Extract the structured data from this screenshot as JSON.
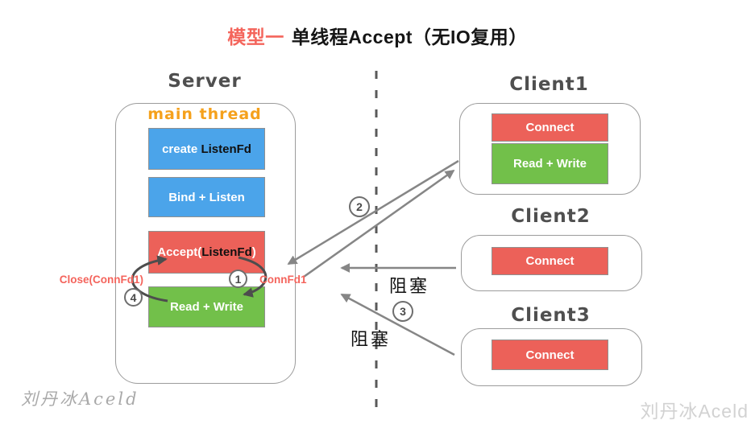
{
  "title": {
    "highlight": "模型一",
    "rest": "单线程Accept（无IO复用）"
  },
  "colors": {
    "title_highlight": "#f4655c",
    "box_red": "#ec6159",
    "box_green": "#72c04a",
    "box_blue": "#4ba4ea",
    "thread_orange": "#f5a11c",
    "arrow_gray": "#868686",
    "heading_gray": "#4f4f4f"
  },
  "server": {
    "heading": "Server",
    "thread_label": "main thread",
    "steps": {
      "create": {
        "prefix": "create ",
        "emph": "ListenFd",
        "suffix": ""
      },
      "bind": "Bind + Listen",
      "accept": {
        "prefix": "Accept(",
        "emph": "ListenFd",
        "suffix": ")"
      },
      "readwrite": "Read + Write"
    }
  },
  "clients": [
    {
      "heading": "Client1",
      "connect_label": "Connect",
      "readwrite_label": "Read + Write"
    },
    {
      "heading": "Client2",
      "connect_label": "Connect"
    },
    {
      "heading": "Client3",
      "connect_label": "Connect"
    }
  ],
  "annotations": {
    "close_label": "Close(ConnFd1)",
    "connfd_label": "ConnFd1",
    "blocking_label_1": "阻塞",
    "blocking_label_2": "阻塞",
    "step_1": "1",
    "step_2": "2",
    "step_3": "3",
    "step_4": "4"
  },
  "watermarks": {
    "left": "刘丹冰Aceld",
    "right": "刘丹冰Aceld"
  }
}
